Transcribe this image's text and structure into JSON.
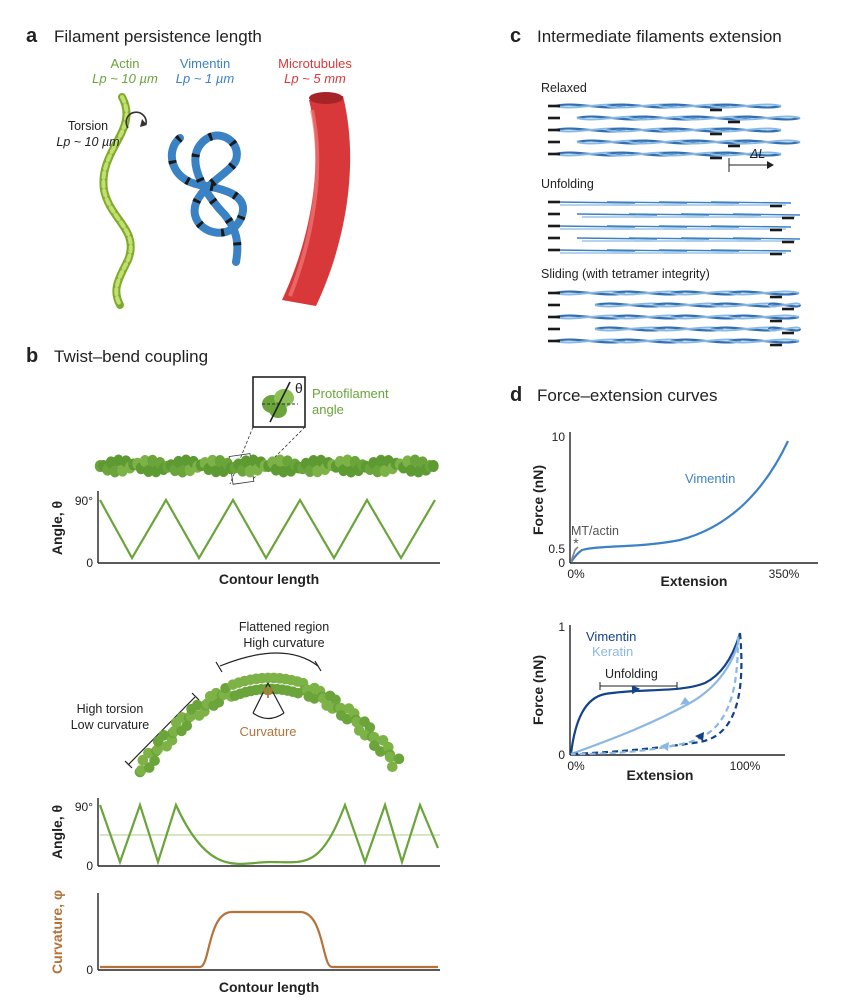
{
  "panel_a": {
    "letter": "a",
    "title": "Filament persistence length",
    "actin": {
      "name": "Actin",
      "lp": "Lp ~ 10 µm"
    },
    "vimentin": {
      "name": "Vimentin",
      "lp": "Lp ~ 1 µm"
    },
    "microtubules": {
      "name": "Microtubules",
      "lp": "Lp ~ 5 mm"
    },
    "torsion": {
      "label": "Torsion",
      "lp": "Lp ~ 10 µm"
    }
  },
  "panel_b": {
    "letter": "b",
    "title": "Twist–bend coupling",
    "protofilament_label": [
      "Protofilament",
      "angle"
    ],
    "theta_symbol": "θ",
    "phi_symbol": "φ",
    "angle_axis": "Angle, θ",
    "contour_axis": "Contour length",
    "tick_90": "90°",
    "tick_0": "0",
    "flattened": [
      "Flattened region",
      "High curvature"
    ],
    "high_torsion": [
      "High torsion",
      "Low curvature"
    ],
    "curvature_label": "Curvature",
    "curvature_axis": "Curvature, φ"
  },
  "panel_c": {
    "letter": "c",
    "title": "Intermediate filaments extension",
    "relaxed": "Relaxed",
    "delta_l": "ΔL",
    "unfolding": "Unfolding",
    "sliding": "Sliding (with tetramer integrity)"
  },
  "panel_d": {
    "letter": "d",
    "title": "Force–extension curves",
    "top": {
      "ylabel": "Force (nN)",
      "xlabel": "Extension",
      "y_ticks": [
        "10",
        "0.5",
        "0"
      ],
      "x_ticks": [
        "0%",
        "350%"
      ],
      "vimentin": "Vimentin",
      "mt_actin": "MT/actin",
      "star": "*"
    },
    "bottom": {
      "ylabel": "Force (nN)",
      "xlabel": "Extension",
      "y_ticks": [
        "1",
        "0"
      ],
      "x_ticks": [
        "0%",
        "100%"
      ],
      "vimentin": "Vimentin",
      "keratin": "Keratin",
      "unfolding": "Unfolding"
    }
  },
  "colors": {
    "actin": "#9cc83c",
    "vimentin": "#3b82c4",
    "microtubule": "#d9383a",
    "green": "#6aa43a",
    "brown": "#b5733a",
    "dark_blue": "#13418a",
    "light_blue": "#8ab8e2"
  }
}
